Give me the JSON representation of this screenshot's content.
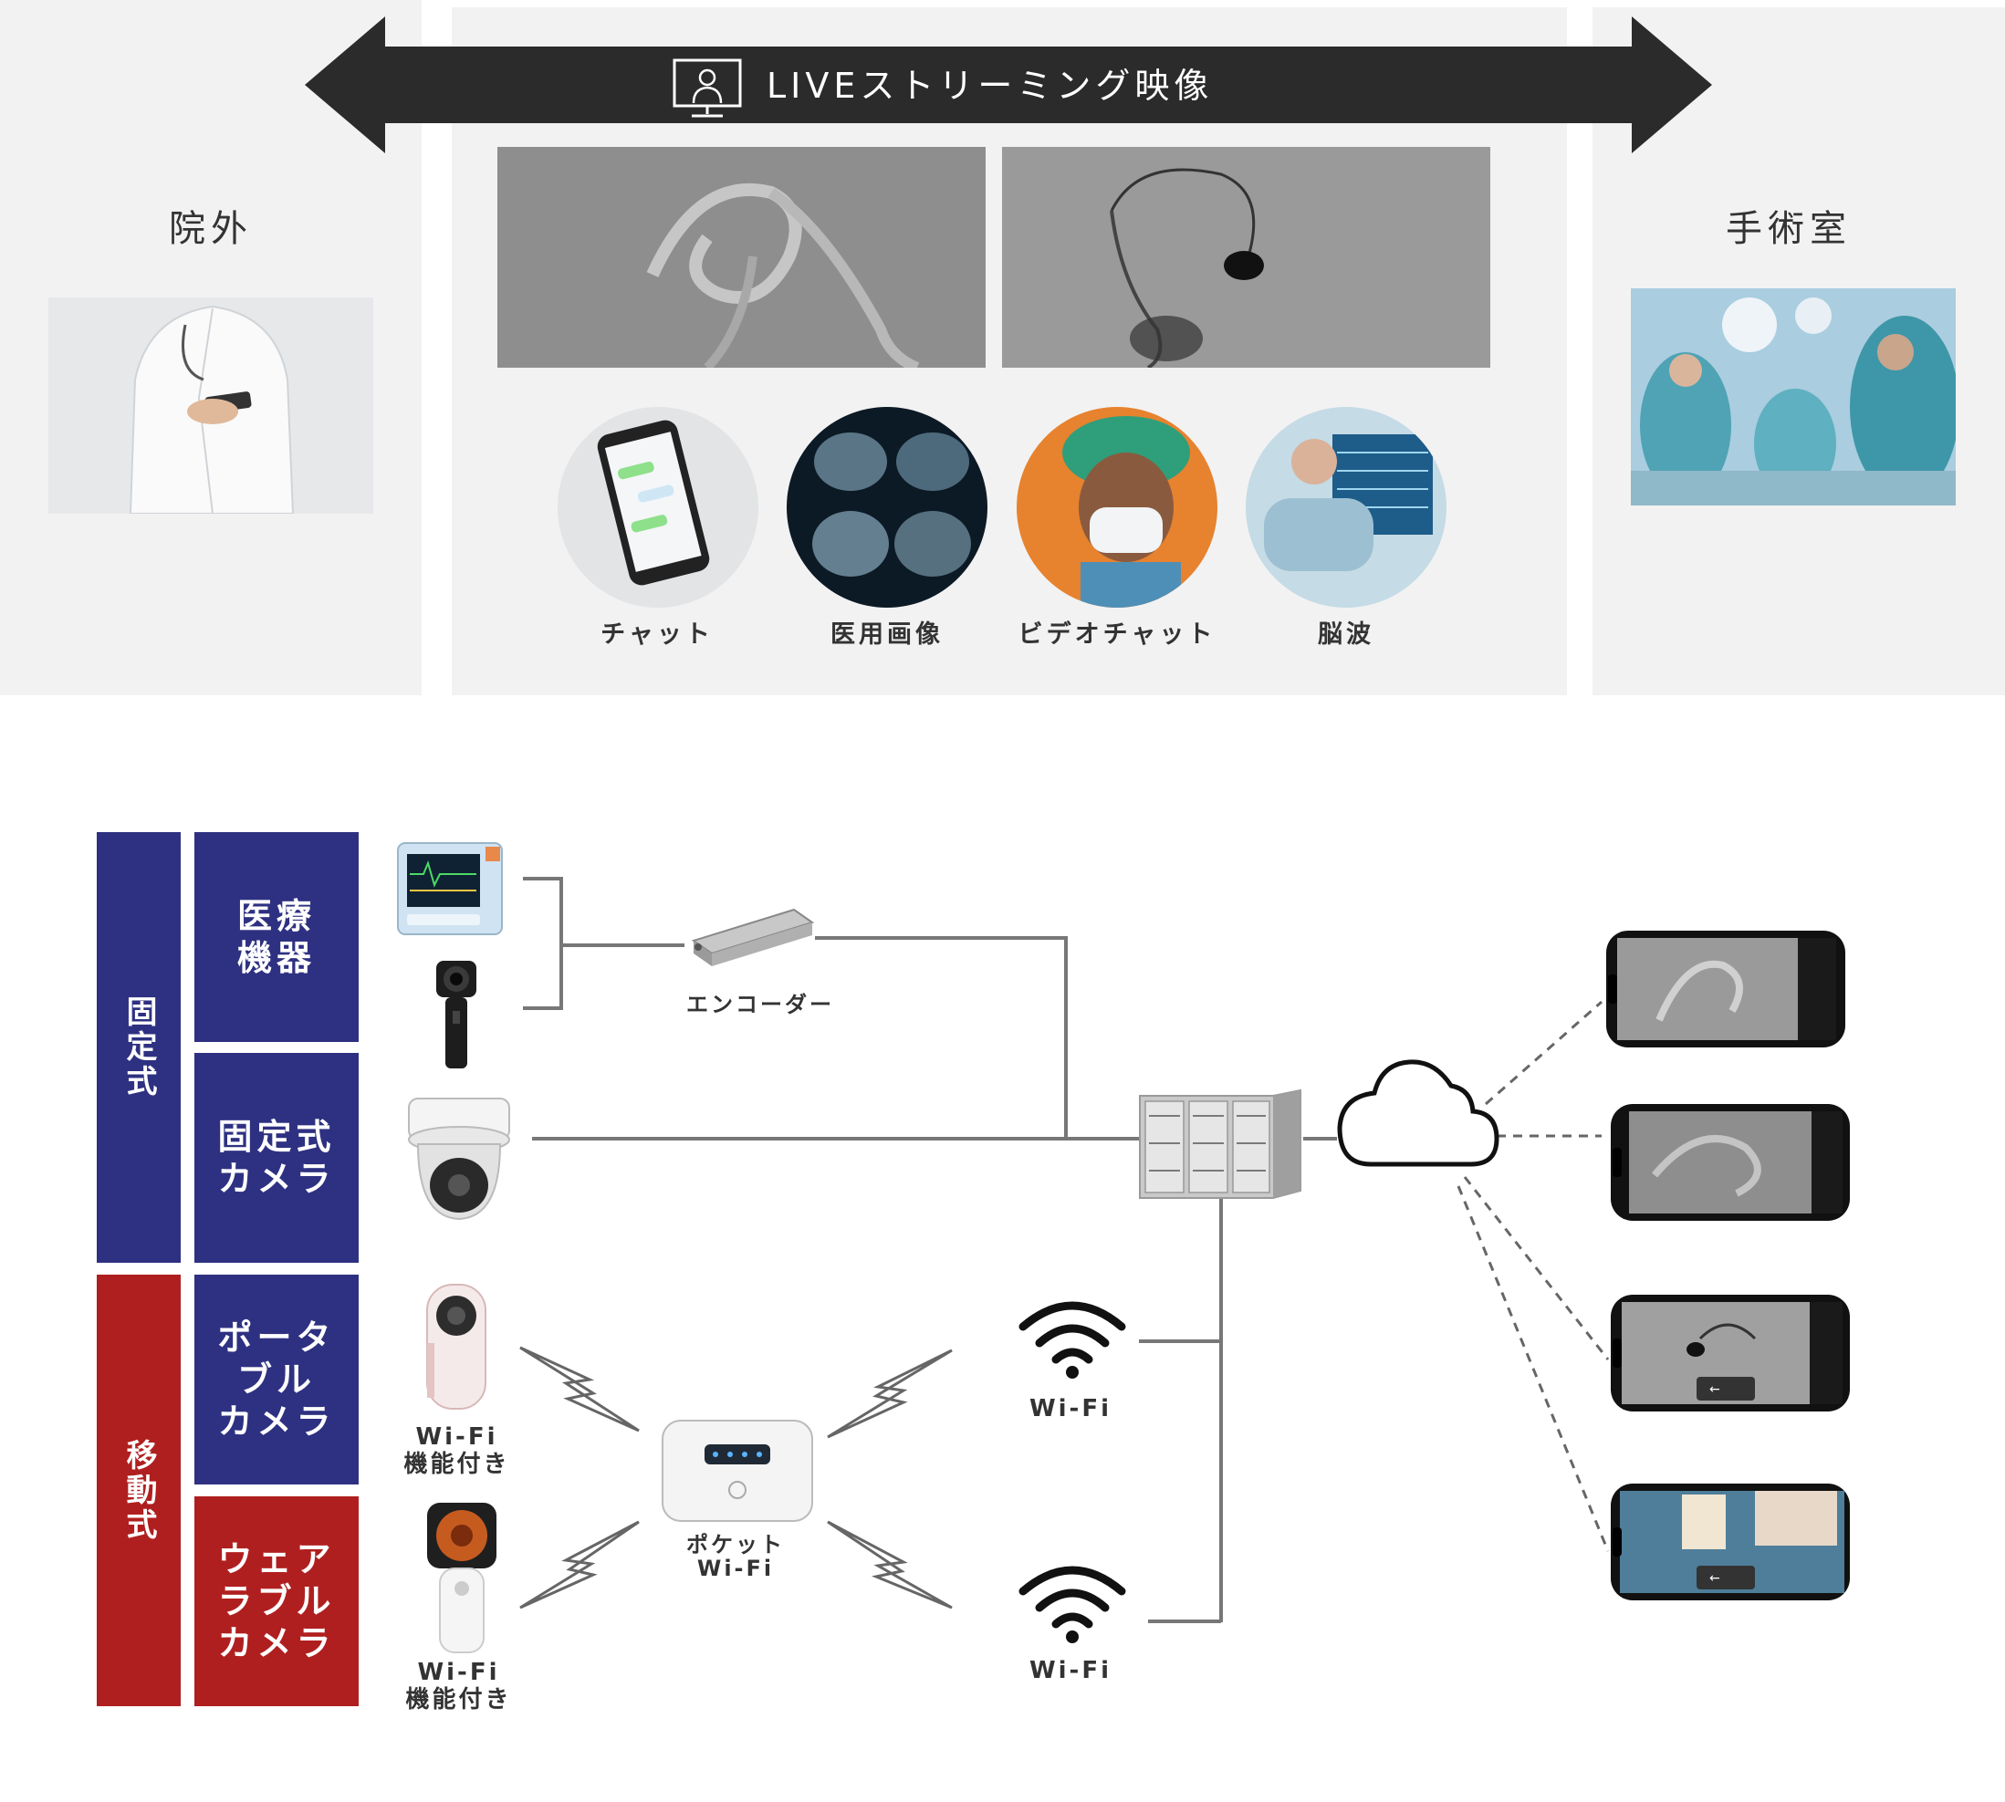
{
  "top": {
    "banner_label": "LIVEストリーミング映像",
    "left_heading": "院外",
    "right_heading": "手術室",
    "circles": [
      {
        "label": "チャット"
      },
      {
        "label": "医用画像"
      },
      {
        "label": "ビデオチャット"
      },
      {
        "label": "脳波"
      }
    ]
  },
  "diagram": {
    "category_fixed": "固定式",
    "category_mobile": "移動式",
    "sub_medical": [
      "医療",
      "機器"
    ],
    "sub_fixed_camera": [
      "固定式",
      "カメラ"
    ],
    "sub_portable": [
      "ポータ",
      "ブル",
      "カメラ"
    ],
    "sub_wearable": [
      "ウェア",
      "ラブル",
      "カメラ"
    ],
    "encoder_label": "エンコーダー",
    "wifi_feature_1": [
      "Wi-Fi",
      "機能付き"
    ],
    "wifi_feature_2": [
      "Wi-Fi",
      "機能付き"
    ],
    "pocket_wifi": [
      "ポケット",
      "Wi-Fi"
    ],
    "wifi_1": "Wi-Fi",
    "wifi_2": "Wi-Fi"
  },
  "colors": {
    "navy": "#2e3181",
    "red": "#b01f1f",
    "panel": "#f2f2f2",
    "arrow": "#2b2b2b"
  }
}
